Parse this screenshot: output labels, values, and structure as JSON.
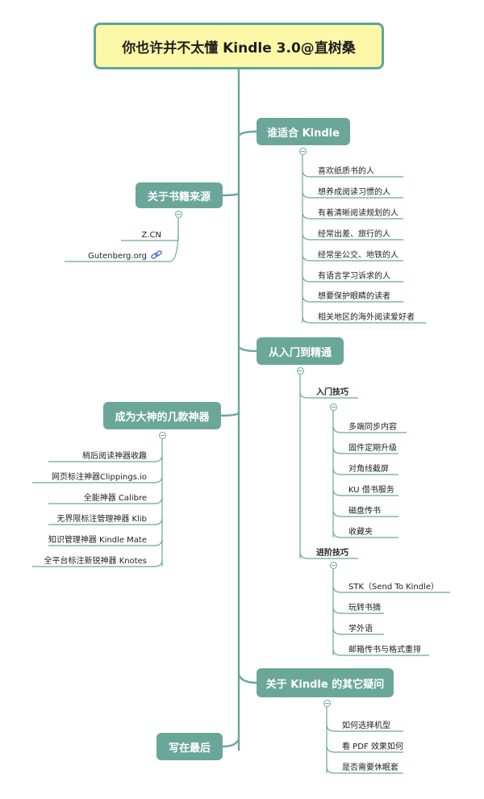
{
  "root": {
    "title": "你也许并不太懂 Kindle 3.0@直树桑"
  },
  "branches": {
    "who": {
      "label": "谁适合 Kindle",
      "items": [
        "喜欢纸质书的人",
        "想养成阅读习惯的人",
        "有着清晰阅读规划的人",
        "经常出差、旅行的人",
        "经常坐公交、地铁的人",
        "有语言学习诉求的人",
        "想要保护眼睛的读者",
        "相关地区的海外阅读爱好者"
      ]
    },
    "sources": {
      "label": "关于书籍来源",
      "items": [
        "Z.CN",
        "Gutenberg.org"
      ]
    },
    "learn": {
      "label": "从入门到精通",
      "basic": {
        "label": "入门技巧",
        "items": [
          "多端同步内容",
          "固件定期升级",
          "对角线截屏",
          "KU 借书服务",
          "磁盘传书",
          "收藏夹"
        ]
      },
      "advanced": {
        "label": "进阶技巧",
        "items": [
          "STK（Send To Kindle）",
          "玩转书摘",
          "学外语",
          "邮箱传书与格式重排"
        ]
      }
    },
    "tools": {
      "label": "成为大神的几款神器",
      "items": [
        "稍后阅读神器收趣",
        "网页标注神器Clippings.io",
        "全能神器 Calibre",
        "无界限标注管理神器 Klib",
        "知识管理神器 Kindle Mate",
        "全平台标注新锐神器 Knotes"
      ]
    },
    "other": {
      "label": "关于 Kindle 的其它疑问",
      "items": [
        "如何选择机型",
        "看 PDF 效果如何",
        "是否需要休眠套"
      ]
    },
    "last": {
      "label": "写在最后"
    }
  },
  "colors": {
    "line": "#6aa799",
    "topic": "#6aa799",
    "root_fill": "#fdf8a8",
    "root_border": "#5ea595"
  },
  "icons": {
    "link": "link-icon"
  }
}
